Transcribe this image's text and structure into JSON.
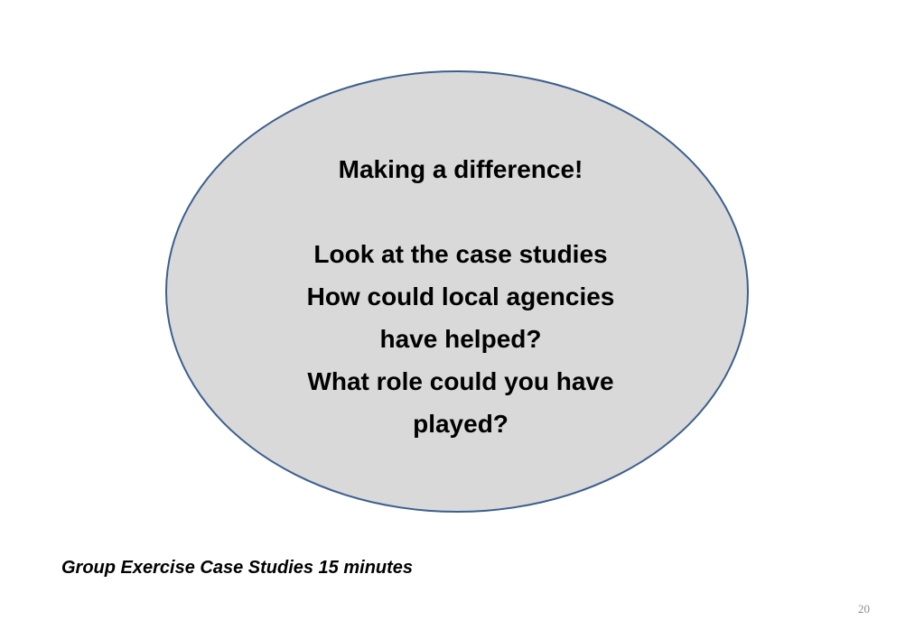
{
  "oval": {
    "fill": "#d9d9d9",
    "stroke": "#3b5f8f",
    "title": "Making a difference!",
    "lines": [
      "Look at the case studies",
      "How could local agencies",
      "have helped?",
      "What role could you have",
      "played?"
    ]
  },
  "caption": "Group Exercise Case Studies 15 minutes",
  "page_number": "20"
}
